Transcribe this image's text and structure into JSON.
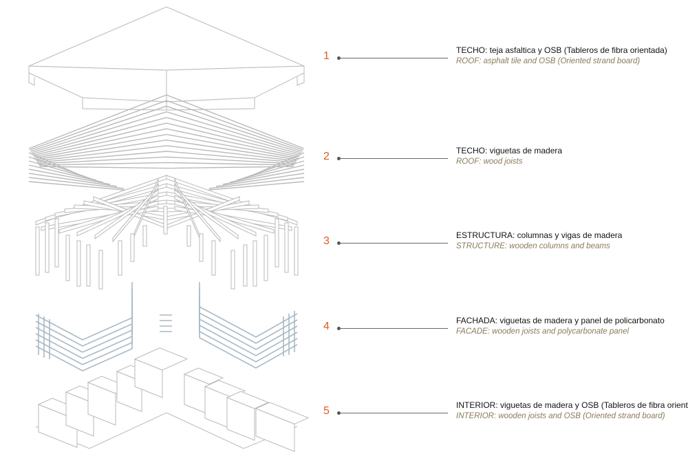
{
  "layers": [
    {
      "number": "1",
      "es": "TECHO: teja asfaltica y OSB (Tableros de fibra orientada)",
      "en": "ROOF: asphalt tile and OSB (Oriented strand board)"
    },
    {
      "number": "2",
      "es": "TECHO: viguetas de madera",
      "en": "ROOF: wood joists"
    },
    {
      "number": "3",
      "es": "ESTRUCTURA: columnas y vigas de madera",
      "en": "STRUCTURE: wooden columns and beams"
    },
    {
      "number": "4",
      "es": "FACHADA: viguetas de madera y panel de policarbonato",
      "en": "FACADE: wooden joists and polycarbonate panel"
    },
    {
      "number": "5",
      "es": "INTERIOR: viguetas de madera y OSB (Tableros de fibra orientada)",
      "en": "INTERIOR: wooden joists and OSB (Oriented strand board)"
    }
  ],
  "colors": {
    "accent_number": "#e05a1f",
    "leader_line": "#666666",
    "english_text": "#8a7a5a",
    "drawing_stroke": "#b9b9b9",
    "facade_stroke": "#a9b9c4"
  }
}
